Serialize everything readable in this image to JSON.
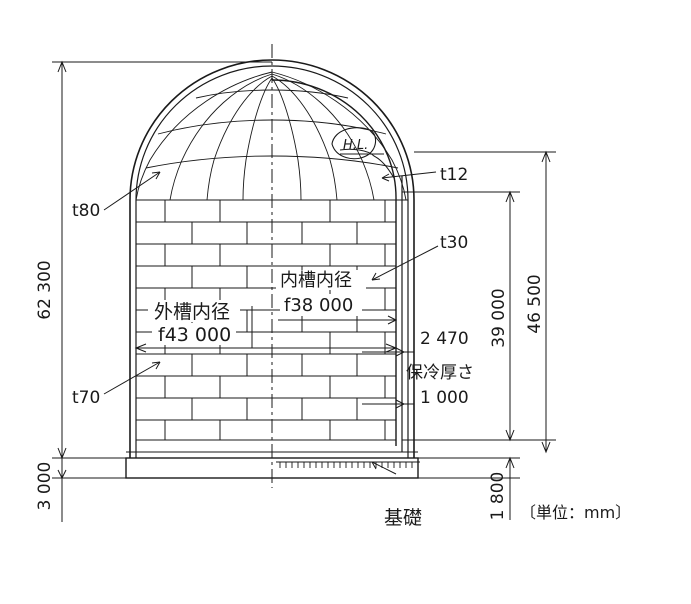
{
  "labels": {
    "t80": "t80",
    "t70": "t70",
    "t12": "t12",
    "t30": "t30",
    "hl": "H.L.",
    "outer_diameter_title": "外槽内径",
    "outer_diameter_value": "f43 000",
    "inner_diameter_title": "内槽内径",
    "inner_diameter_value": "f38 000",
    "gap": "2 470",
    "insulation_title": "保冷厚さ",
    "insulation_value": "1 000",
    "foundation": "基礎",
    "unit": "〔単位：mm〕"
  },
  "dimensions": {
    "total_height": "62 300",
    "base_height": "3 000",
    "inner_height": "39 000",
    "inner_total_height": "46 500",
    "foundation_depth": "1 800"
  }
}
